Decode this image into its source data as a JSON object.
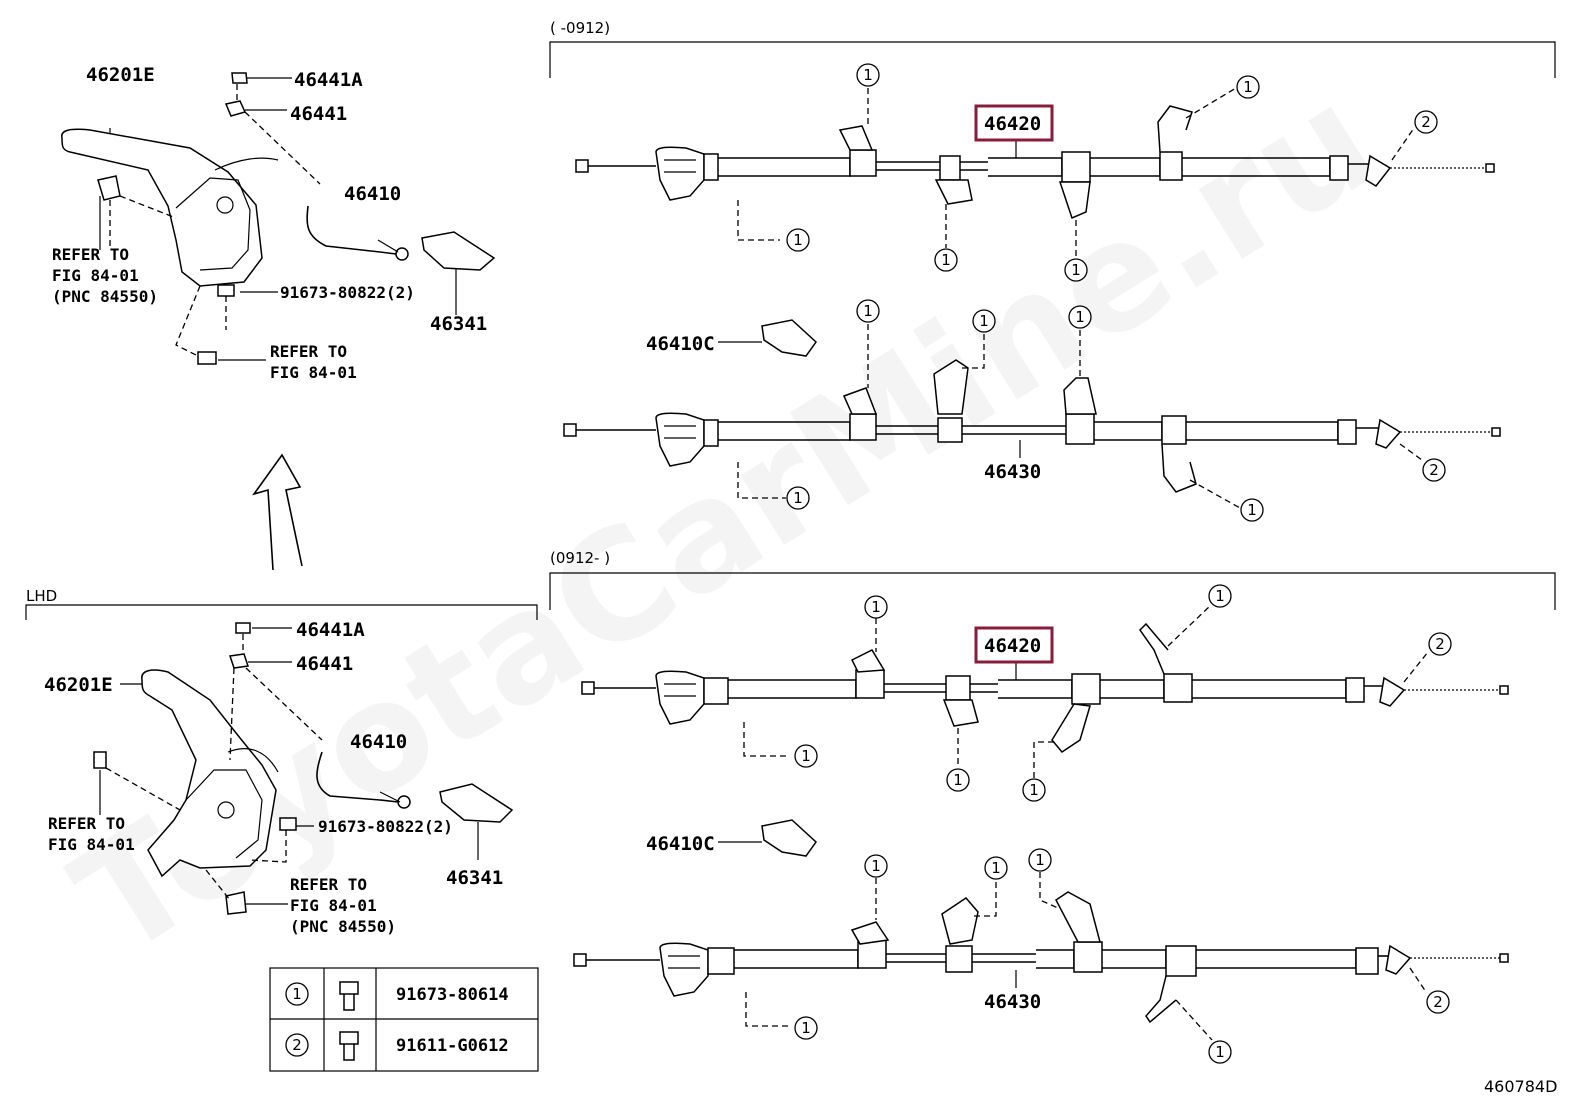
{
  "watermark": "ToyotaCarMine.ru",
  "diagram_code": "460784D",
  "section_top": {
    "header": "(      -0912)"
  },
  "section_bottom": {
    "header": "(0912-      )"
  },
  "lhd_label": "LHD",
  "upper_left": {
    "p_46201E": "46201E",
    "p_46441A": "46441A",
    "p_46441": "46441",
    "p_46410": "46410",
    "p_46341": "46341",
    "p_91673": "91673-80822(2)",
    "ref1_l1": "REFER TO",
    "ref1_l2": "FIG 84-01",
    "ref1_l3": "(PNC 84550)",
    "ref2_l1": "REFER TO",
    "ref2_l2": "FIG 84-01"
  },
  "lower_left": {
    "p_46201E": "46201E",
    "p_46441A": "46441A",
    "p_46441": "46441",
    "p_46410": "46410",
    "p_46341": "46341",
    "p_91673": "91673-80822(2)",
    "ref1_l1": "REFER TO",
    "ref1_l2": "FIG 84-01",
    "ref2_l1": "REFER TO",
    "ref2_l2": "FIG 84-01",
    "ref2_l3": "(PNC 84550)"
  },
  "cables": {
    "top_46420": "46420",
    "top_46410C": "46410C",
    "top_46430": "46430",
    "bot_46420": "46420",
    "bot_46410C": "46410C",
    "bot_46430": "46430"
  },
  "callout_1": "1",
  "callout_2": "2",
  "legend": [
    {
      "num": "1",
      "part": "91673-80614"
    },
    {
      "num": "2",
      "part": "91611-G0612"
    }
  ],
  "highlight_color": "#8a1c3a"
}
